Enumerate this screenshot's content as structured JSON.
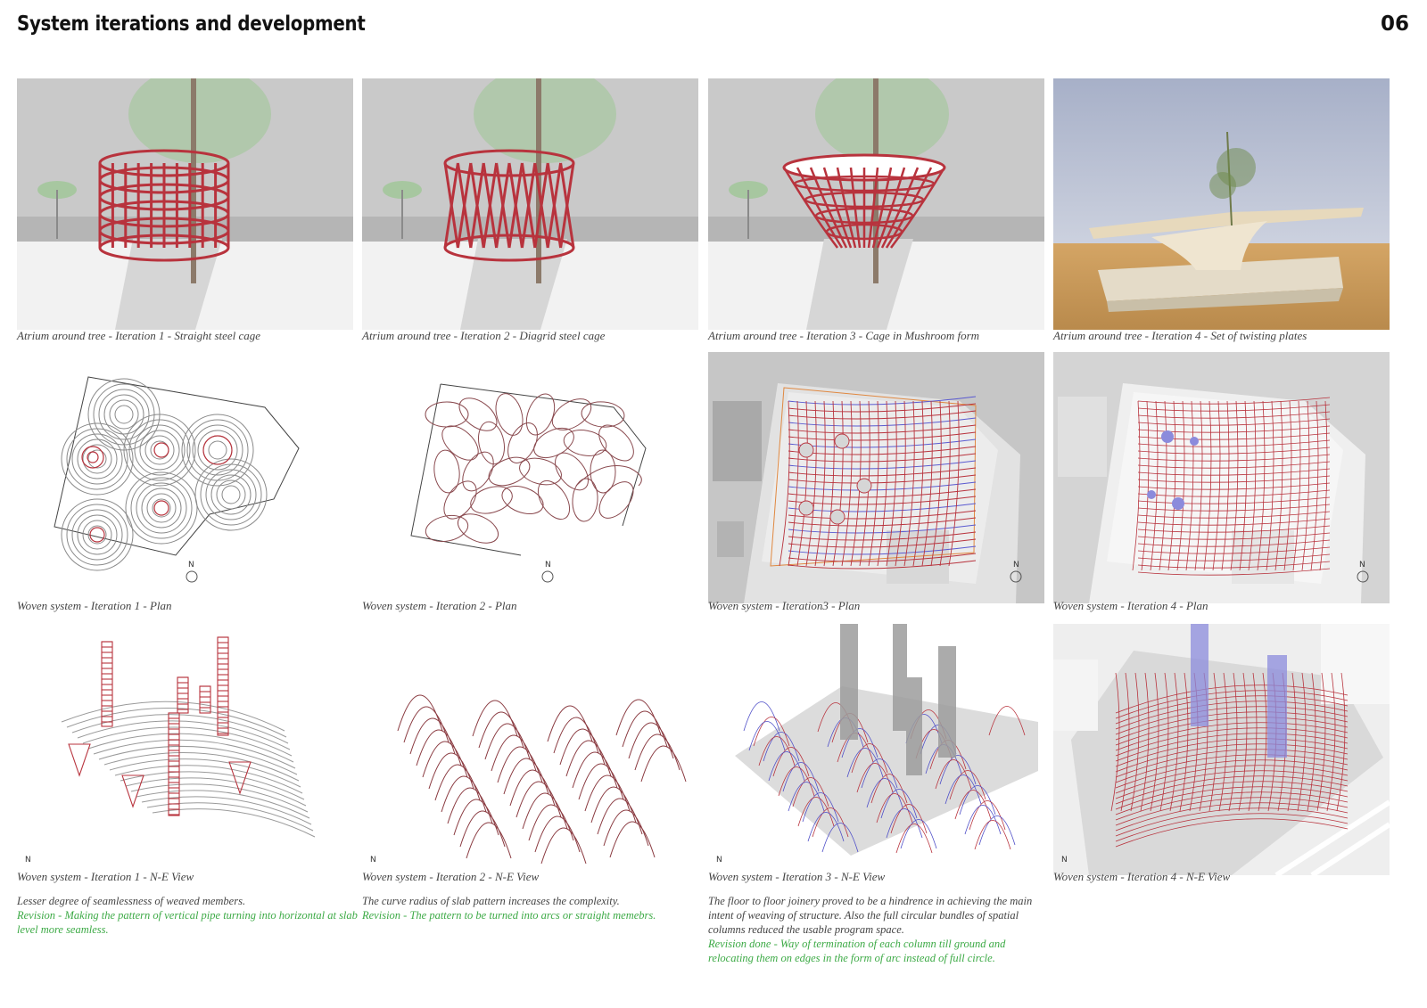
{
  "header": {
    "title": "System iterations and development",
    "page_number": "06"
  },
  "colors": {
    "steel_red": "#b8333d",
    "revision_green": "#3daa46",
    "blue_mesh": "#4e4ec8"
  },
  "row1": [
    {
      "caption": "Atrium around tree - Iteration 1 - Straight steel cage"
    },
    {
      "caption": "Atrium around tree - Iteration 2 - Diagrid steel cage"
    },
    {
      "caption": "Atrium around tree - Iteration 3 - Cage in Mushroom form"
    },
    {
      "caption": "Atrium around tree - Iteration 4 - Set of twisting plates"
    }
  ],
  "row2": [
    {
      "caption": "Woven system - Iteration 1 - Plan"
    },
    {
      "caption": "Woven system - Iteration 2 - Plan"
    },
    {
      "caption": "Woven system - Iteration3 - Plan"
    },
    {
      "caption": "Woven system - Iteration 4 - Plan"
    }
  ],
  "row3": [
    {
      "caption": "Woven system - Iteration 1 - N-E View"
    },
    {
      "caption": "Woven system - Iteration 2 - N-E View"
    },
    {
      "caption": "Woven system - Iteration 3 - N-E View"
    },
    {
      "caption": "Woven system - Iteration 4 - N-E View"
    }
  ],
  "north_label": "N",
  "notes": [
    {
      "text": "Lesser degree of seamlessness of weaved members.",
      "revision": "Revision - Making the pattern of vertical pipe turning into horizontal at slab level more seamless."
    },
    {
      "text": "The curve radius of slab pattern increases the complexity.",
      "revision": "Revision - The pattern to be turned into arcs or straight memebrs."
    },
    {
      "text": "The floor to floor joinery proved to be a hindrence in achieving the main intent of weaving of structure. Also the full circular bundles of spatial columns reduced the usable program space.",
      "revision": "Revision done - Way of termination of each column till ground and relocating them on edges in the form of arc instead of full circle."
    }
  ]
}
